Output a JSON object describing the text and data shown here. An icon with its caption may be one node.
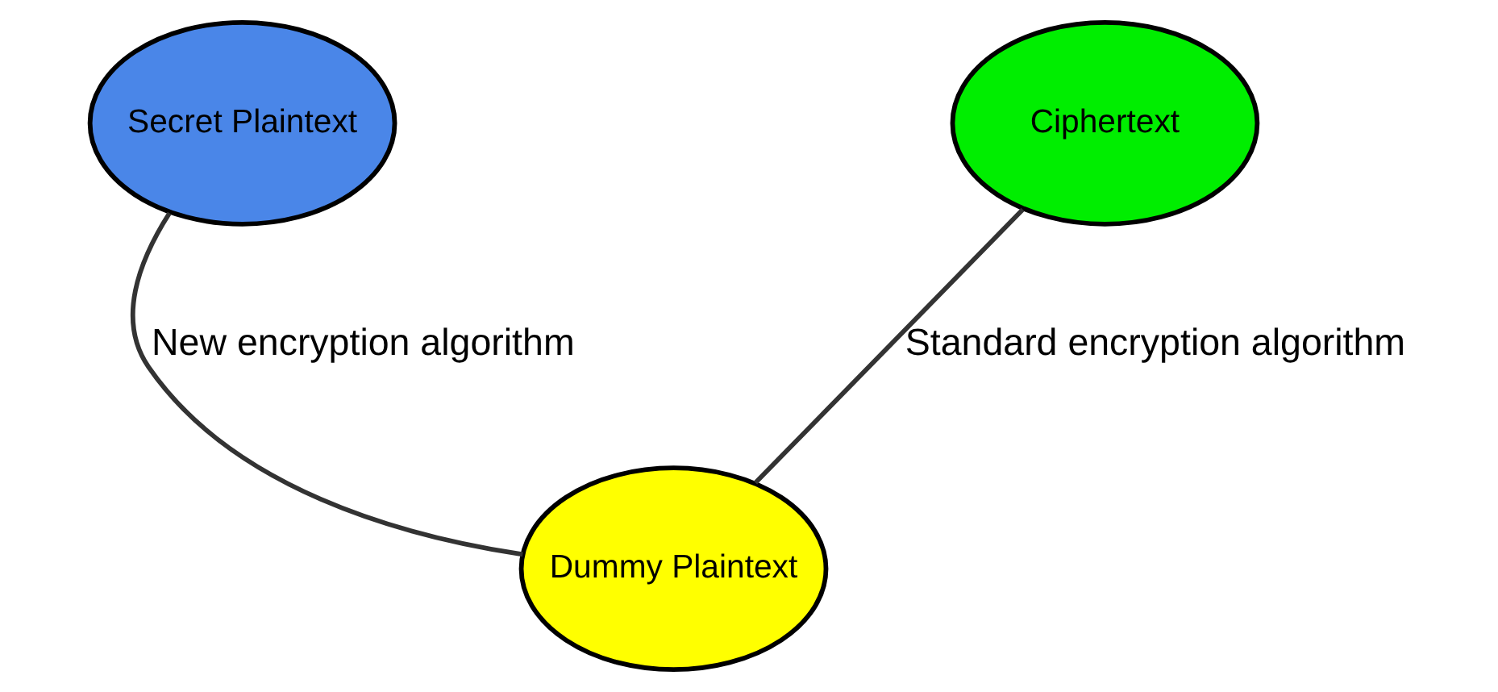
{
  "diagram": {
    "nodes": [
      {
        "text": [
          "Secret Plaintext"
        ]
      },
      {
        "text": [
          "Ciphertext"
        ]
      },
      {
        "text": [
          "Dummy Plaintext"
        ]
      }
    ],
    "edges": [
      {
        "from": 0,
        "to": 2,
        "arrow": "none",
        "label": "New encryption algorithm"
      },
      {
        "from": 2,
        "to": 1,
        "arrow": "none",
        "label": "Standard encryption algorithm"
      }
    ]
  }
}
